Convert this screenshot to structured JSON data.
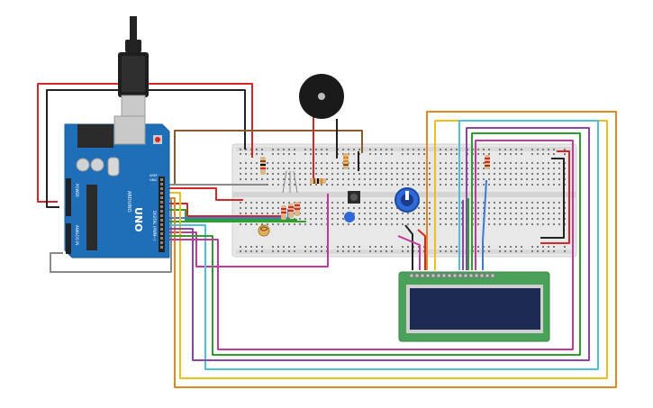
{
  "arduino": {
    "model_label": "UNO",
    "brand_label": "ARDUINO",
    "power_header": "POWER",
    "analog_header": "ANALOG IN",
    "digital_header": "DIGITAL (PWM~)",
    "aref_label": "AREF",
    "gnd_label": "GND",
    "board_color": "#1f6fb8"
  },
  "breadboard": {
    "body_color": "#e6e6e6"
  },
  "lcd": {
    "panel_color": "#1d2a52",
    "pcb_color": "#4aa15a"
  },
  "wire_colors": {
    "red": "#d62728",
    "black": "#222222",
    "green": "#2ca02c",
    "yellow": "#e8c21a",
    "orange": "#e08a1e",
    "blue": "#3a7bd5",
    "cyan": "#4fc0d8",
    "purple": "#8e44ad",
    "magenta": "#c0399b",
    "brown": "#8c5a2b",
    "gray": "#8a8a8a"
  }
}
